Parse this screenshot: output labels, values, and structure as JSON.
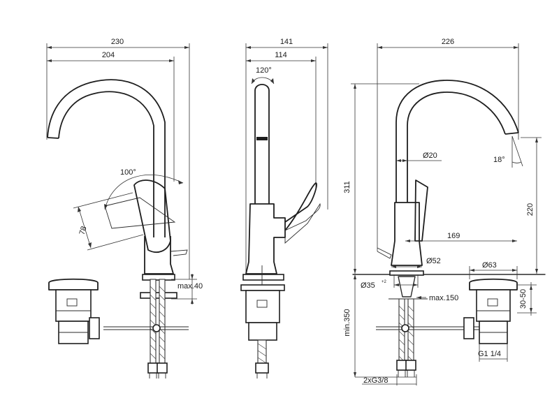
{
  "dimensions": {
    "left_width_total": "230",
    "left_width_spout": "204",
    "left_lever_angle": "100°",
    "left_lever_reach": "78",
    "left_deck_thickness": "max.40",
    "mid_width_total": "141",
    "mid_width_spout": "114",
    "mid_swivel_angle": "120°",
    "right_width_total": "226",
    "right_height_total": "311",
    "right_spout_diameter": "Ø20",
    "right_outlet_angle": "18°",
    "right_outlet_height": "220",
    "right_reach": "169",
    "right_base_diameter": "Ø52",
    "right_hole_diameter": "Ø35",
    "right_hole_tolerance": "+2",
    "right_plug_diameter": "Ø63",
    "right_hose_length": "max.150",
    "right_waste_thread": "G1 1/4",
    "right_waste_height": "30-50",
    "right_min_length": "min.350",
    "right_connection": "2xG3/8"
  }
}
